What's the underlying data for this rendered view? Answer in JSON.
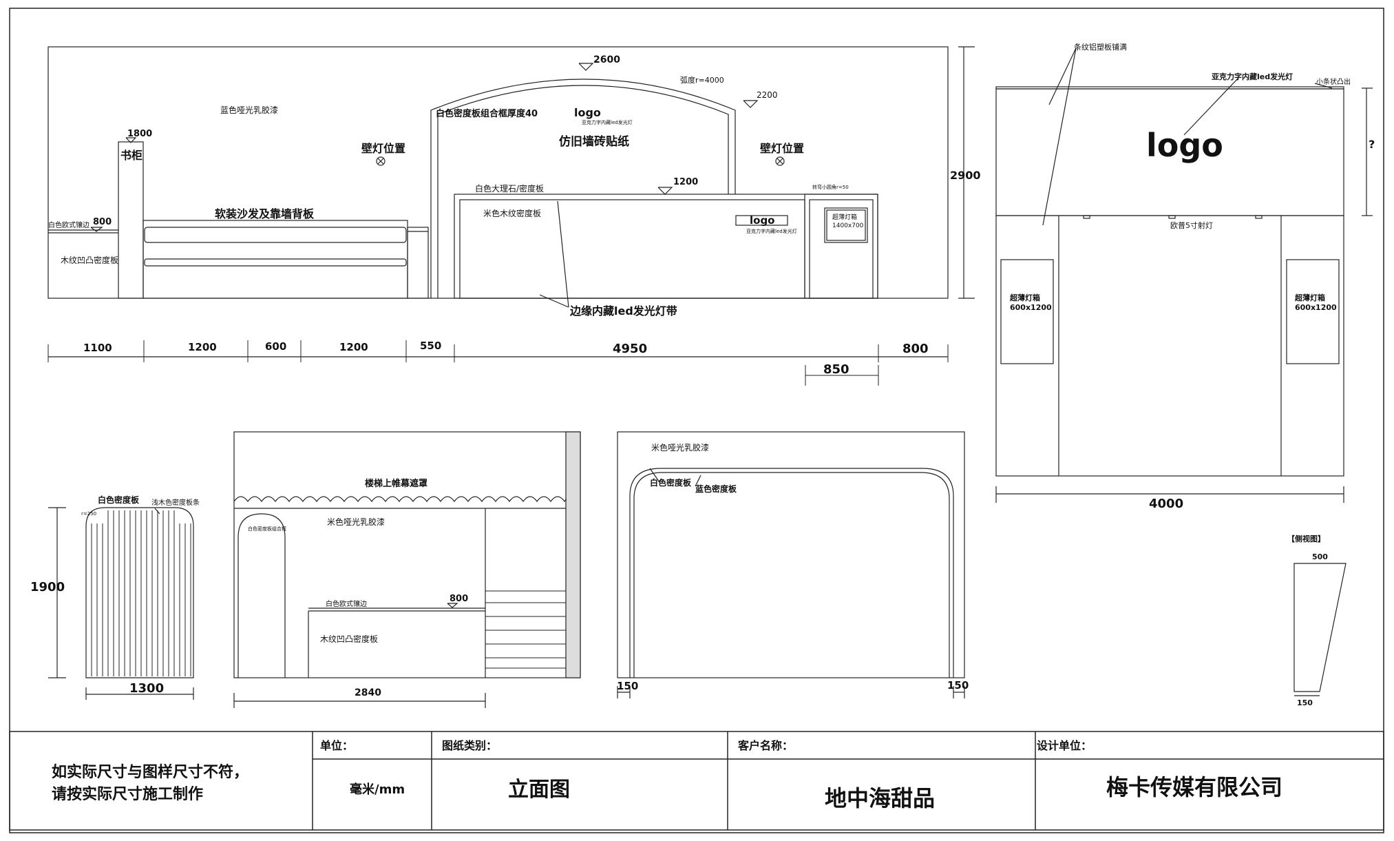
{
  "elevation_main": {
    "dims": {
      "top_arch_height": "2600",
      "arch_radius": "弧度r=4000",
      "right_step": "2200",
      "bookcase_height": "1800",
      "wainscot_height": "800",
      "counter_height": "1200",
      "small_radius_note": "转弯小圆角r=50",
      "total_height": "2900",
      "bottom": [
        "1100",
        "1200",
        "600",
        "1200",
        "550",
        "4950",
        "800"
      ],
      "bottom_sub": "850"
    },
    "labels": {
      "wall_paint": "蓝色哑光乳胶漆",
      "bookcase": "书柜",
      "wainscot_edge": "白色欧式镶边",
      "wood_board": "木纹凹凸密度板",
      "sofa": "软装沙发及靠墙背板",
      "wall_lamp_1": "壁灯位置",
      "wall_lamp_2": "壁灯位置",
      "arch_frame": "白色密度板组合框厚度40",
      "logo_top": "logo",
      "logo_top_note": "亚克力字内藏led发光灯",
      "brick_paper": "仿旧墙砖贴纸",
      "marble": "白色大理石/密度板",
      "counter_board": "米色木纹密度板",
      "logo_counter": "logo",
      "logo_counter_note": "亚克力字内藏led发光灯",
      "lightbox": "超薄灯箱",
      "lightbox_size": "1400x700",
      "led_strip": "边缘内藏led发光灯带"
    }
  },
  "elevation_side": {
    "labels": {
      "aluminum": "条纹铝塑板铺满",
      "acrylic": "亚克力字内藏led发光灯",
      "strip": "小条状凸出",
      "logo": "logo",
      "spotlight": "欧普5寸射灯",
      "lightbox_left": "超薄灯箱",
      "lightbox_left_size": "600x1200",
      "lightbox_right": "超薄灯箱",
      "lightbox_right_size": "600x1200",
      "side_view": "【侧视图】"
    },
    "dims": {
      "width": "4000",
      "height_unknown": "?",
      "side_top": "500",
      "side_bottom": "150"
    }
  },
  "elevation_door": {
    "labels": {
      "board": "白色密度板",
      "strips": "浅木色密度板条",
      "radius": "r=250"
    },
    "dims": {
      "height": "1900",
      "width": "1300"
    }
  },
  "elevation_stair": {
    "labels": {
      "curtain": "楼梯上帷幕遮罩",
      "paint": "米色哑光乳胶漆",
      "arch_frame": "白色密度板组合框",
      "edge": "白色欧式镶边",
      "wood": "木纹凹凸密度板"
    },
    "dims": {
      "wainscot": "800",
      "width": "2840"
    }
  },
  "elevation_arch": {
    "labels": {
      "paint": "米色哑光乳胶漆",
      "white_board": "白色密度板",
      "blue_board": "蓝色密度板"
    },
    "dims": {
      "left": "150",
      "right": "150"
    }
  },
  "title_block": {
    "note_line1": "如实际尺寸与图样尺寸不符，",
    "note_line2": "请按实际尺寸施工制作",
    "unit_label": "单位：",
    "unit_value": "毫米/mm",
    "type_label": "图纸类别：",
    "type_value": "立面图",
    "client_label": "客户名称：",
    "client_value": "地中海甜品",
    "designer_label": "设计单位：",
    "designer_value": "梅卡传媒有限公司"
  }
}
